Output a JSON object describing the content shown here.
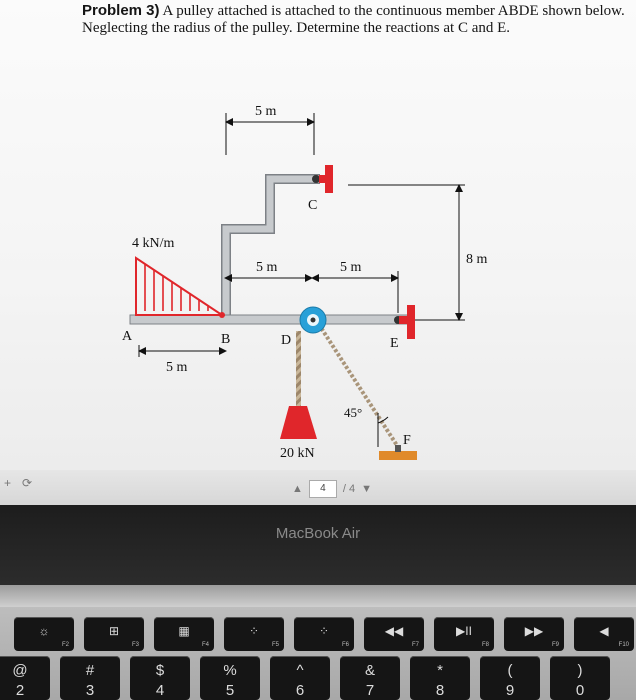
{
  "problem": {
    "number": "Problem 3)",
    "statement": "A pulley attached is attached to the continuous member ABDE shown below. Neglecting the radius of the pulley. Determine the reactions at C and E."
  },
  "diagram": {
    "dim_top": "5 m",
    "label_c": "C",
    "load_label": "4 kN/m",
    "dim_bd": "5 m",
    "dim_de": "5 m",
    "dim_height": "8 m",
    "label_a": "A",
    "label_b": "B",
    "label_d": "D",
    "label_e": "E",
    "dim_ab": "5 m",
    "angle": "45°",
    "label_f": "F",
    "weight": "20 kN"
  },
  "viewer": {
    "current_page": "4",
    "total_pages": "/ 4"
  },
  "laptop": {
    "brand": "MacBook Air"
  },
  "keyboard": {
    "fkeys": [
      {
        "glyph": "☼",
        "label": "F2"
      },
      {
        "glyph": "⊞",
        "label": "F3"
      },
      {
        "glyph": "▦",
        "label": "F4"
      },
      {
        "glyph": "⁘",
        "label": "F5"
      },
      {
        "glyph": "⁘",
        "label": "F6"
      },
      {
        "glyph": "◀◀",
        "label": "F7"
      },
      {
        "glyph": "▶II",
        "label": "F8"
      },
      {
        "glyph": "▶▶",
        "label": "F9"
      },
      {
        "glyph": "◀",
        "label": "F10"
      }
    ],
    "numkeys": [
      {
        "top": "@",
        "bottom": "2"
      },
      {
        "top": "#",
        "bottom": "3"
      },
      {
        "top": "$",
        "bottom": "4"
      },
      {
        "top": "%",
        "bottom": "5"
      },
      {
        "top": "^",
        "bottom": "6"
      },
      {
        "top": "&",
        "bottom": "7"
      },
      {
        "top": "*",
        "bottom": "8"
      },
      {
        "top": "(",
        "bottom": "9"
      },
      {
        "top": ")",
        "bottom": "0"
      }
    ]
  },
  "colors": {
    "member": "#b9bcbf",
    "support": "#e0262b",
    "pulley": "#28a0d8",
    "ground": "#e08a2a",
    "rope": "#b9a58a"
  }
}
